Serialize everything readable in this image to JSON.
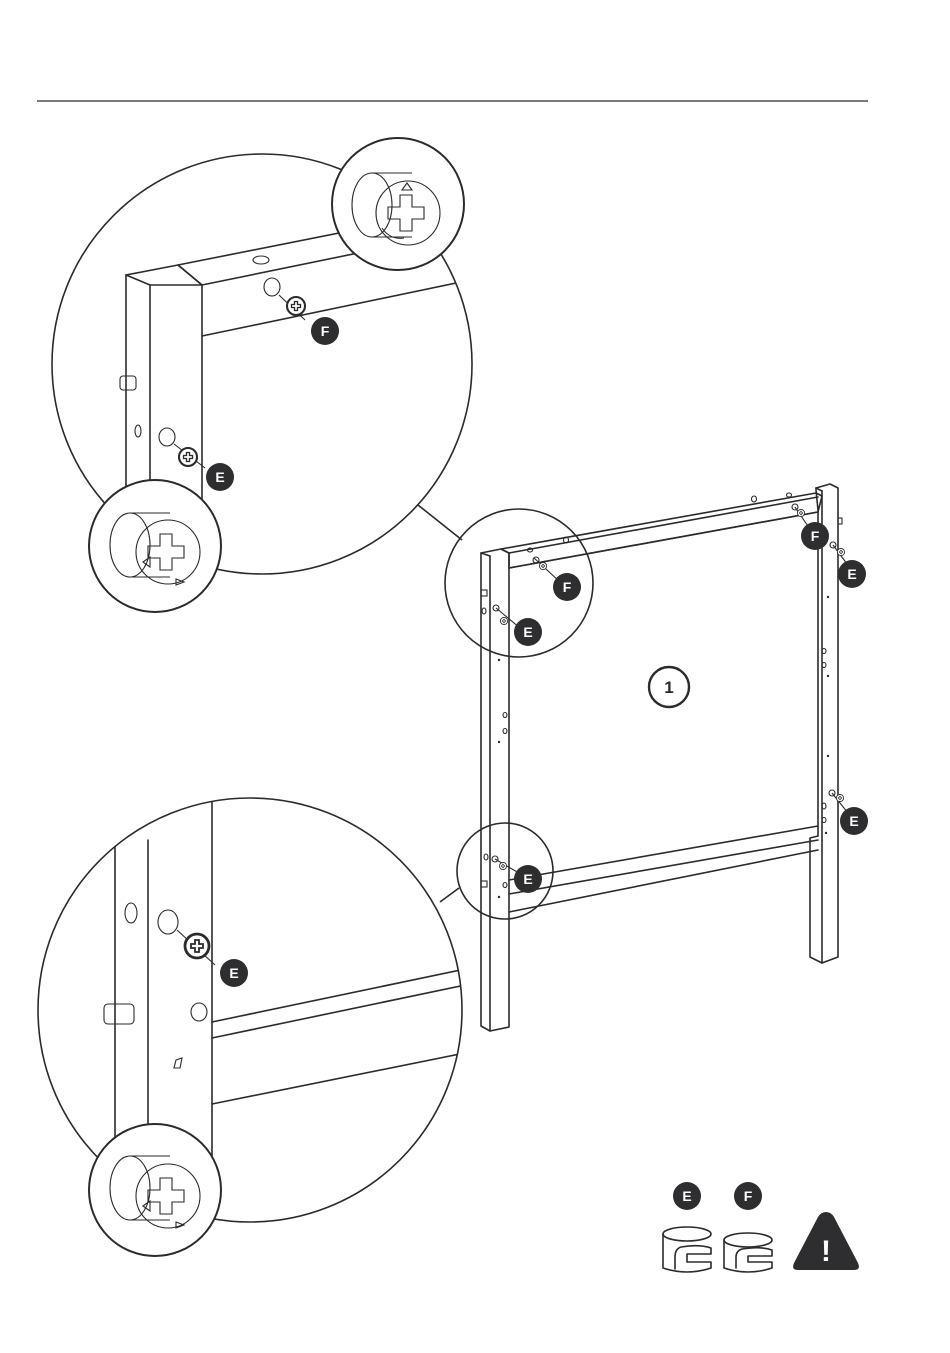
{
  "step": {
    "number": "1"
  },
  "part_labels": {
    "e": "E",
    "f": "F"
  },
  "legend": {
    "parts": [
      {
        "letter": "E",
        "icon": "cam-lock-e-icon"
      },
      {
        "letter": "F",
        "icon": "cam-lock-f-icon"
      }
    ],
    "warning_icon": "warning-triangle-icon",
    "warning_glyph": "!"
  },
  "colors": {
    "line": "#2b2b2b",
    "badge": "#2e2e30",
    "badge_text": "#ffffff",
    "background": "#ffffff"
  }
}
